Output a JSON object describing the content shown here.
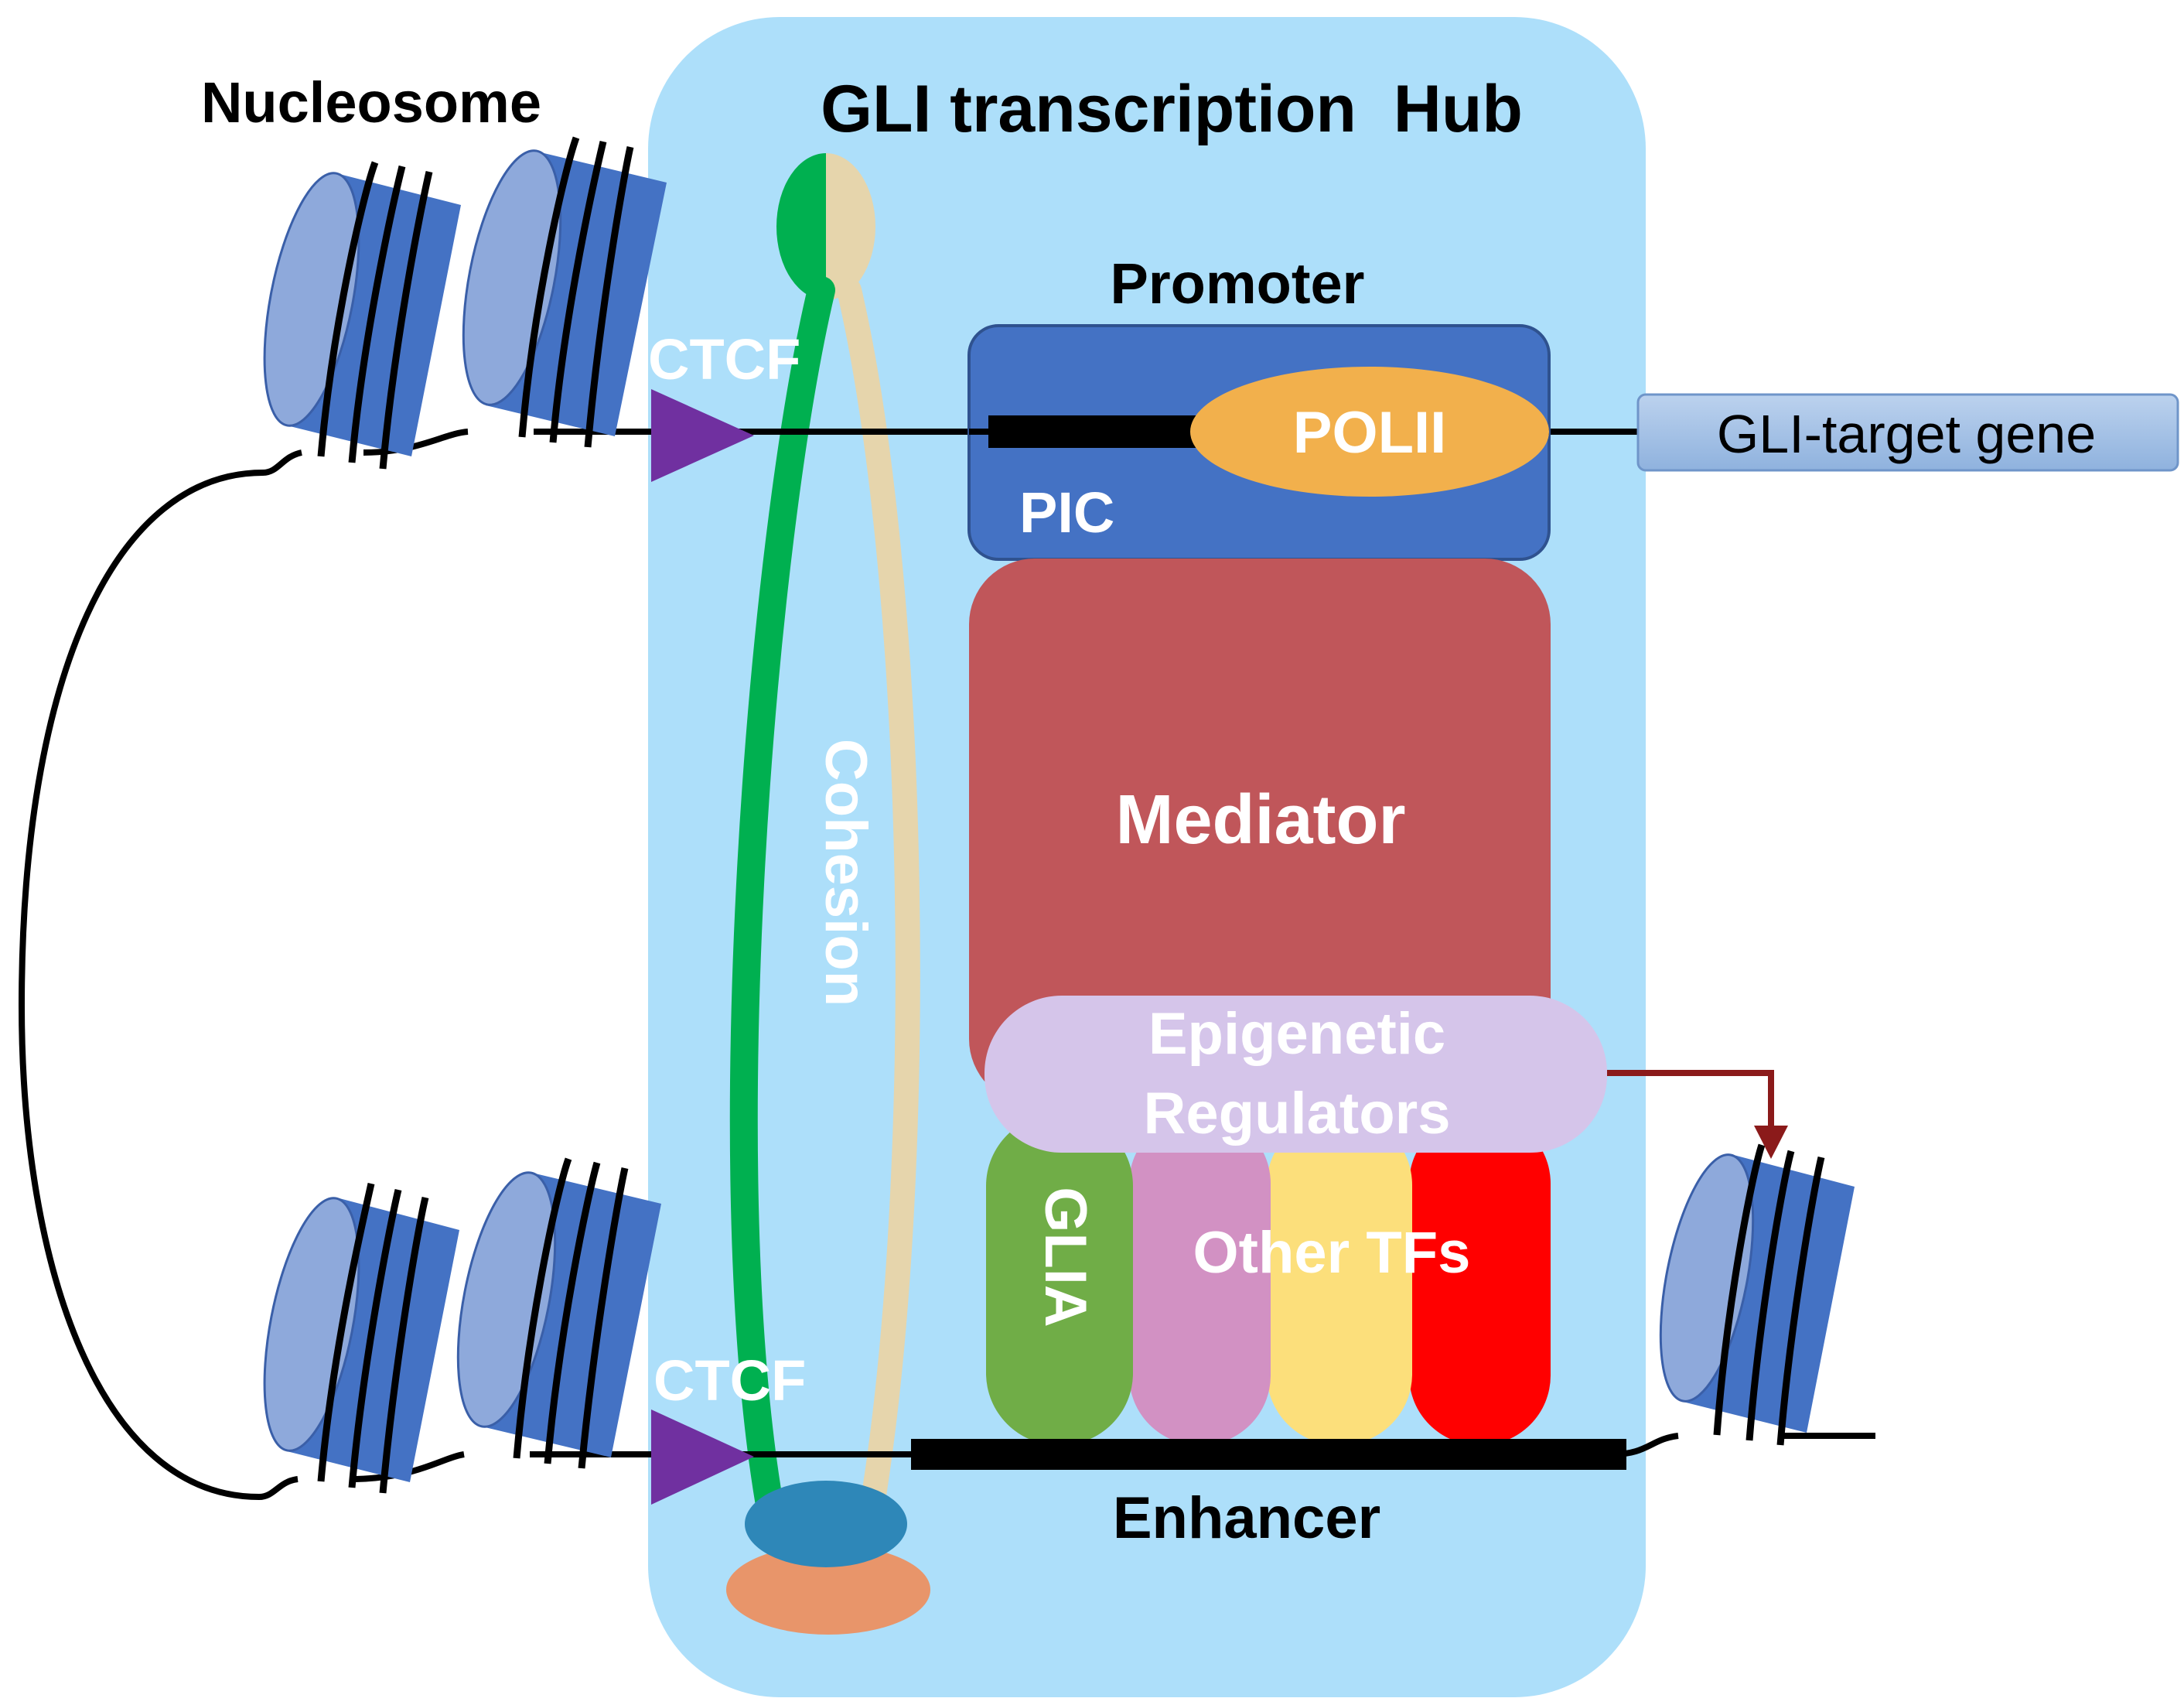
{
  "labels": {
    "nucleosome": "Nucleosome",
    "hub_title": "GLI transcription  Hub",
    "promoter": "Promoter",
    "ctcf_top": "CTCF",
    "ctcf_bottom": "CTCF",
    "polii": "POLII",
    "pic": "PIC",
    "target_gene": "GLI-target gene",
    "cohesion": "Cohesion",
    "mediator": "Mediator",
    "epigenetic_line1": "Epigenetic",
    "epigenetic_line2": "Regulators",
    "glia": "GLIA",
    "other_tfs": "Other TFs",
    "enhancer": "Enhancer"
  },
  "colors": {
    "hub_background": "#ADDFFA",
    "nucleosome_body": "#4472C4",
    "nucleosome_face": "#8EA9DB",
    "pic": "#4472C4",
    "polii": "#F2B04C",
    "gene_box": "#A4C2E6",
    "mediator": "#C0565A",
    "epigenetic": "#D5C5EA",
    "glia": "#70AD47",
    "tf_pink": "#D291C3",
    "tf_yellow": "#FCDF7B",
    "tf_red": "#FF0000",
    "cohesin_green": "#00B050",
    "cohesin_tan": "#E6D5AC",
    "ctcf_triangle": "#7030A0",
    "cohesin_base_blue": "#2E87B8",
    "cohesin_base_orange": "#E8956A",
    "regulation_arrow": "#8B1A1A"
  }
}
